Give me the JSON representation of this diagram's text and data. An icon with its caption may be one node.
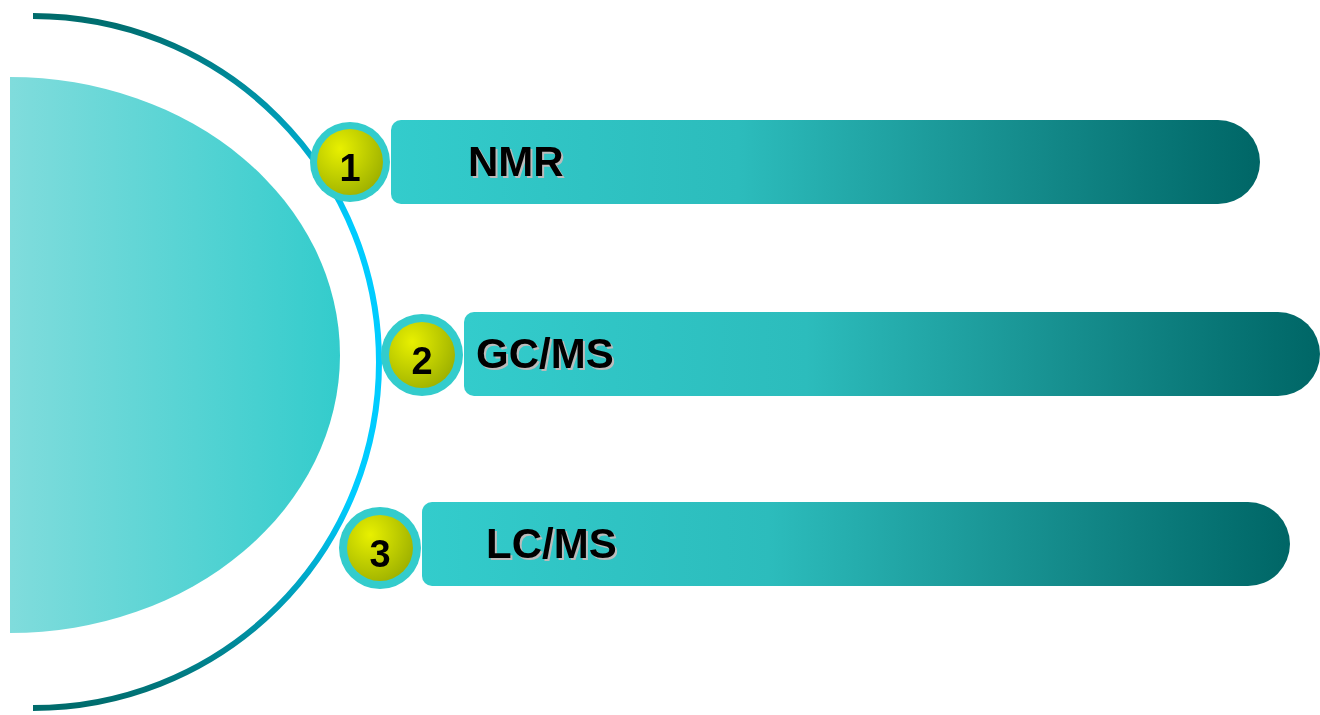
{
  "diagram": {
    "nodes": [
      {
        "text": [],
        "shape": "semicircle"
      },
      {
        "text": [
          "1"
        ]
      },
      {
        "text": [
          "NMR"
        ]
      },
      {
        "text": [
          "2"
        ]
      },
      {
        "text": [
          "GC/MS"
        ]
      },
      {
        "text": [
          "3"
        ]
      },
      {
        "text": [
          "LC/MS"
        ]
      }
    ]
  }
}
